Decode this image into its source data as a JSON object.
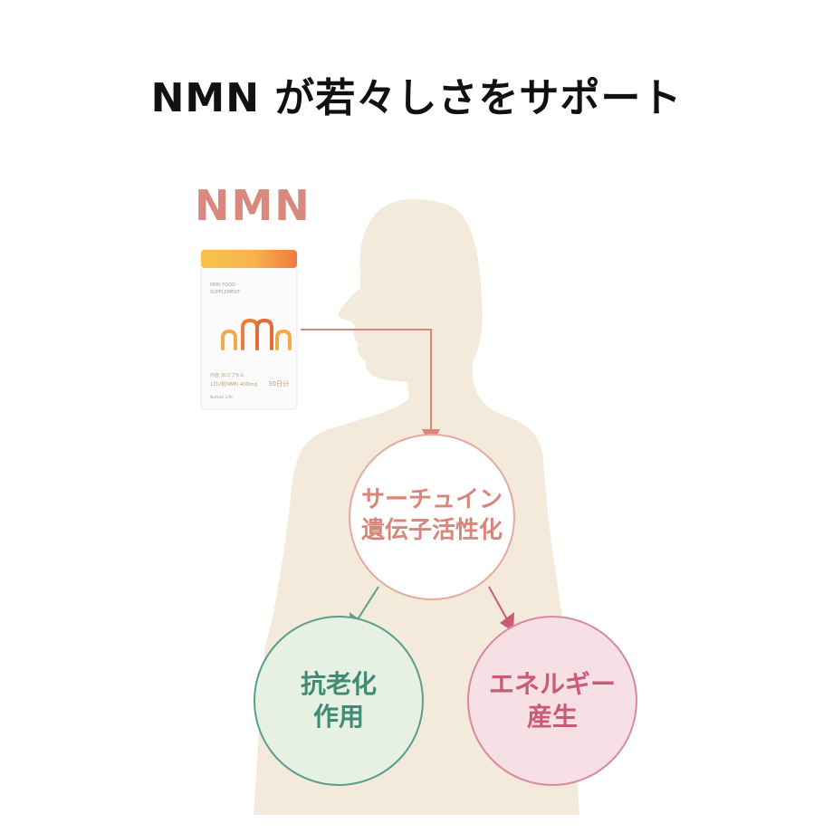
{
  "title": "NMN が若々しさをサポート",
  "product_label": "NMN",
  "pouch": {
    "line1": "NMN FOOD",
    "line2": "SUPPLEMENT",
    "logo": "nMn",
    "info1": "内容 30カプセル",
    "info2": "1日2粒NMN 400mg",
    "info3": "30日分",
    "brand": "Nature Life"
  },
  "center_node": {
    "line1": "サーチュイン",
    "line2": "遺伝子活性化"
  },
  "left_node": {
    "line1": "抗老化",
    "line2": "作用"
  },
  "right_node": {
    "line1": "エネルギー",
    "line2": "産生"
  },
  "colors": {
    "silhouette": "#f4eadc",
    "arrow_main": "#d9867a",
    "center_text": "#d9867a",
    "center_border": "#e4a99f",
    "left_fill": "#e6f1e4",
    "left_border": "#5a9f8a",
    "left_text": "#3f8b74",
    "right_fill": "#f6dfe5",
    "right_border": "#d98a9f",
    "right_text": "#c95a78",
    "product_label": "#d9887e"
  }
}
